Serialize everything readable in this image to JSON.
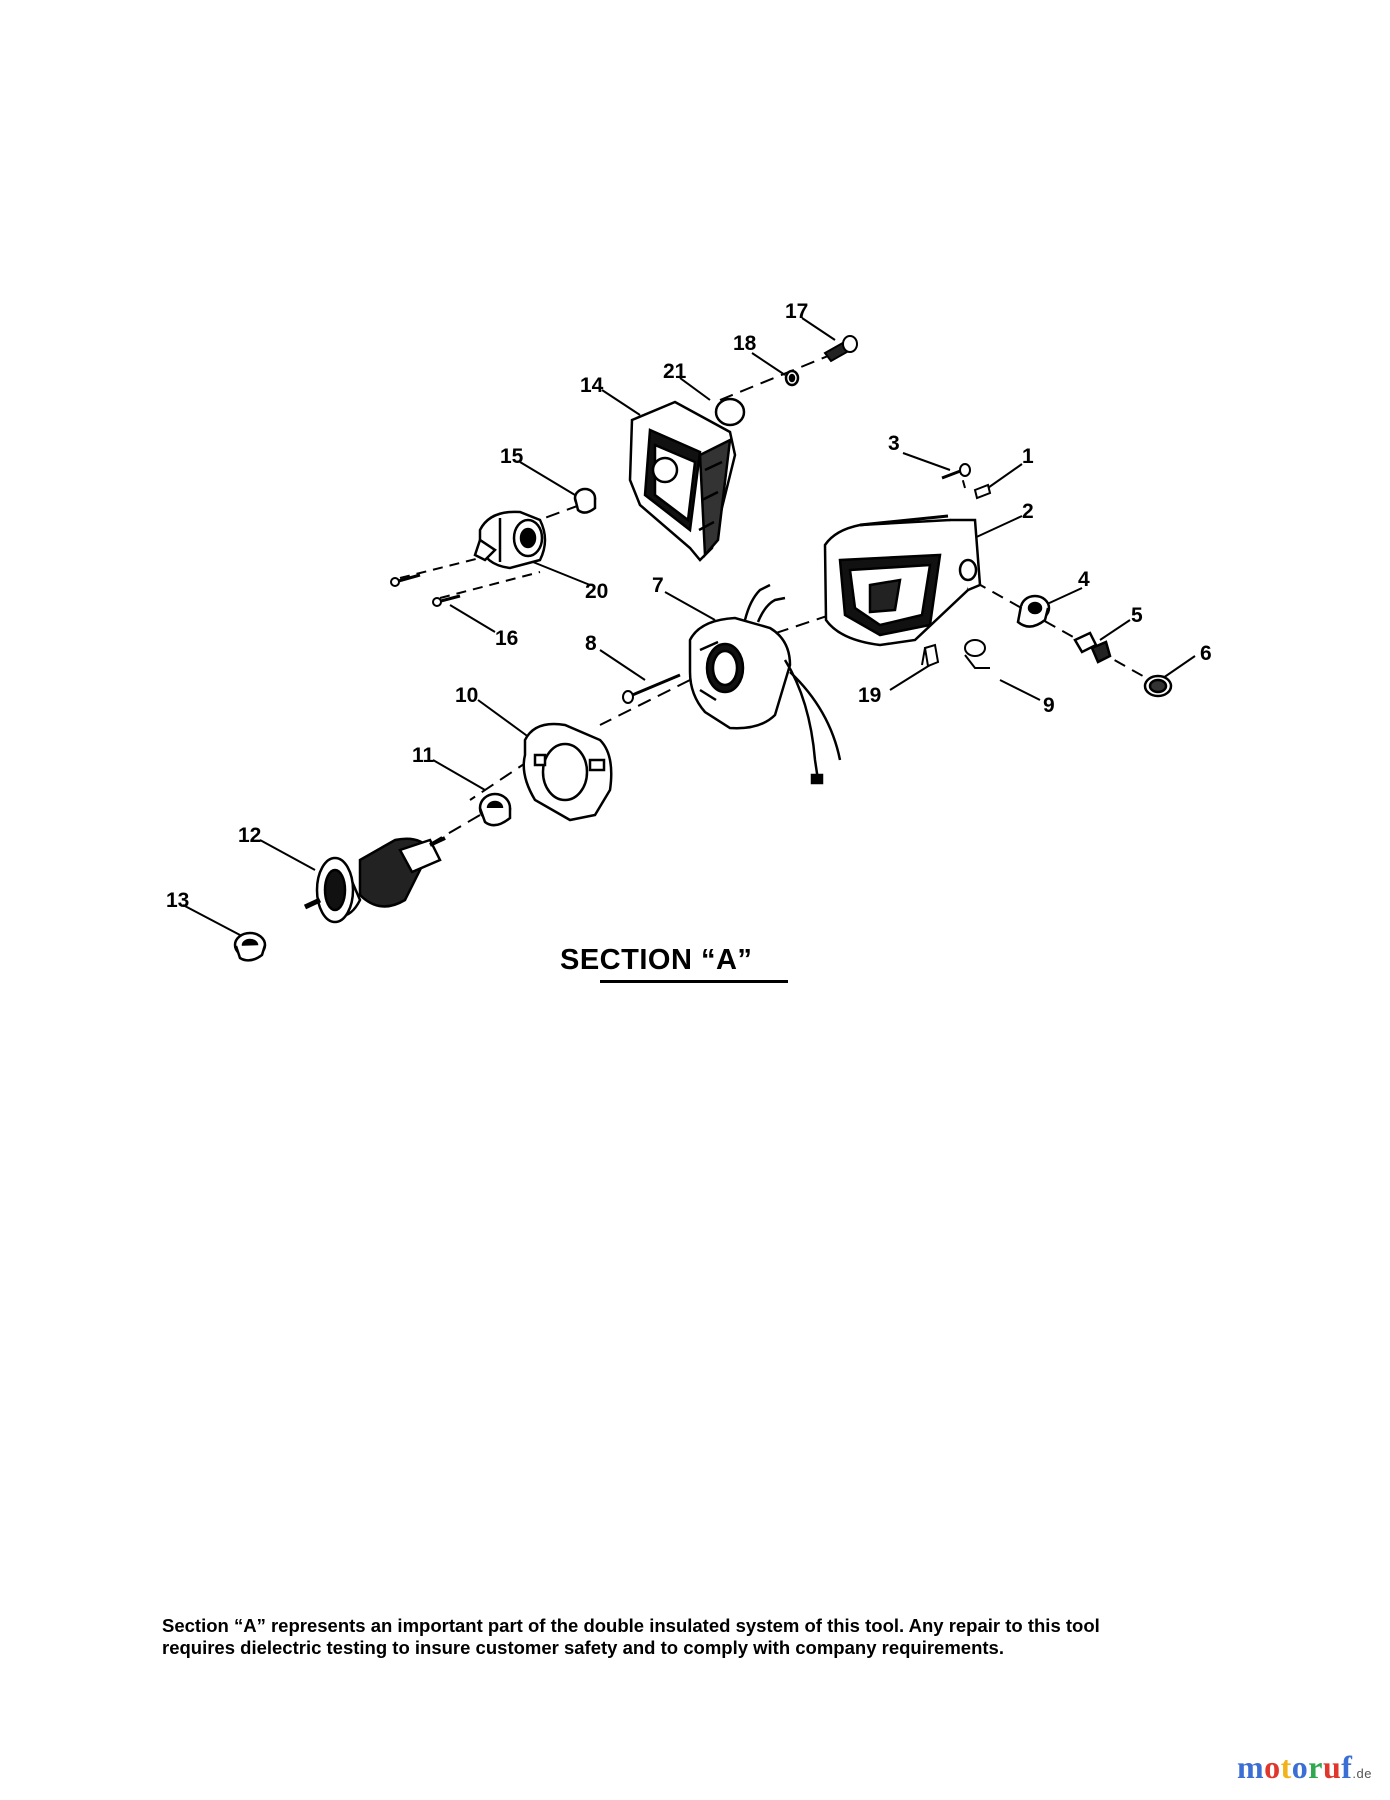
{
  "section_title": "SECTION “A”",
  "note": {
    "line1": "Section “A” represents an important part of the double insulated system of this tool. Any repair to this tool",
    "line2": "requires dielectric testing to insure customer safety and to comply with company requirements."
  },
  "watermark": {
    "text": "motoruf",
    "tld": ".de",
    "colors": [
      "#3b6fd4",
      "#e0362c",
      "#f2b21b",
      "#3b6fd4",
      "#2fa84f",
      "#e0362c",
      "#3b6fd4"
    ]
  },
  "callouts": [
    "1",
    "2",
    "3",
    "4",
    "5",
    "6",
    "7",
    "8",
    "9",
    "10",
    "11",
    "12",
    "13",
    "14",
    "15",
    "16",
    "17",
    "18",
    "19",
    "20",
    "21"
  ]
}
